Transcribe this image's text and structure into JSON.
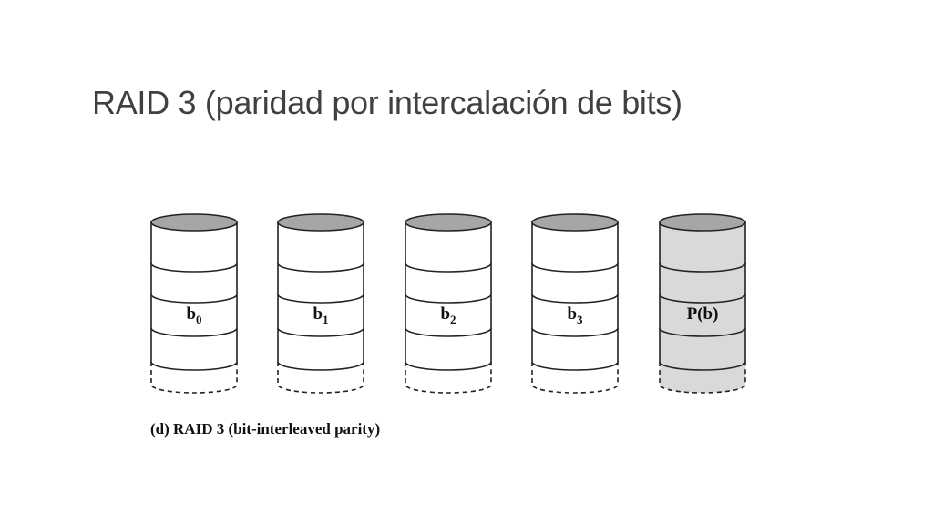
{
  "slide": {
    "title": "RAID 3 (paridad por intercalación de bits)"
  },
  "diagram": {
    "disks": [
      {
        "label": "b",
        "subscript": "0",
        "is_parity": false
      },
      {
        "label": "b",
        "subscript": "1",
        "is_parity": false
      },
      {
        "label": "b",
        "subscript": "2",
        "is_parity": false
      },
      {
        "label": "b",
        "subscript": "3",
        "is_parity": false
      },
      {
        "label": "P(b)",
        "subscript": "",
        "is_parity": true
      }
    ],
    "caption": "(d) RAID 3 (bit-interleaved parity)",
    "colors": {
      "cylinder_top": "#a6a6a6",
      "parity_fill": "#d9d9d9",
      "data_fill": "#ffffff",
      "stroke": "#222222"
    }
  }
}
